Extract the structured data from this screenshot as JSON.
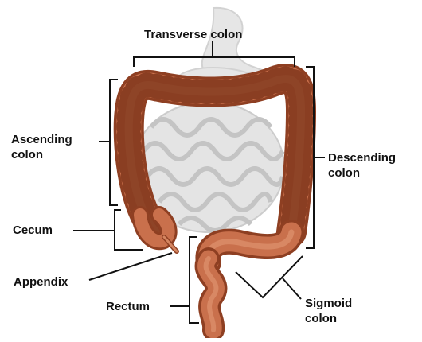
{
  "diagram": {
    "labels": {
      "transverse": "Transverse colon",
      "ascending": "Ascending\ncolon",
      "descending": "Descending\ncolon",
      "cecum": "Cecum",
      "appendix": "Appendix",
      "rectum": "Rectum",
      "sigmoid": "Sigmoid\ncolon"
    },
    "colors": {
      "colon": "#c9704c",
      "colon_dark": "#8e3f22",
      "colon_light": "#e8a07c",
      "background_organs": "#e3e3e3",
      "leader_lines": "#111111"
    }
  }
}
